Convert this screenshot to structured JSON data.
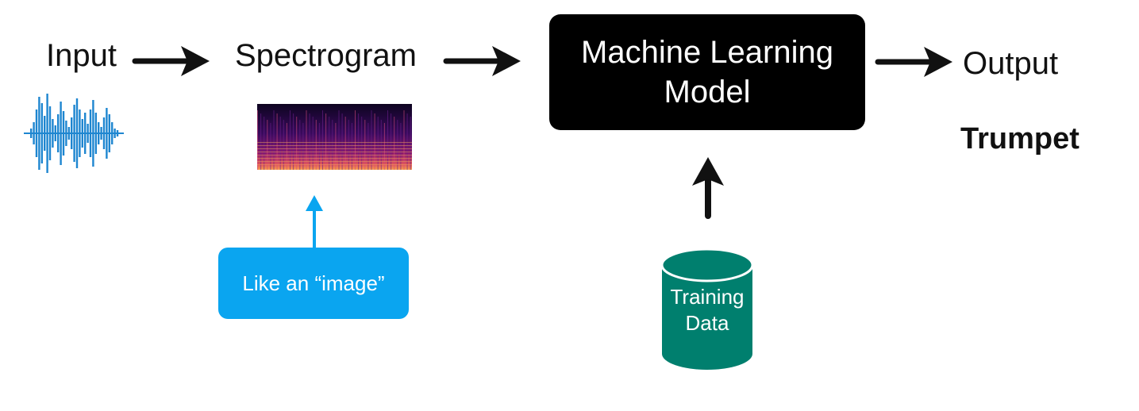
{
  "pipeline": {
    "input_label": "Input",
    "spectrogram_label": "Spectrogram",
    "model_label": "Machine Learning Model",
    "output_label": "Output",
    "output_value": "Trumpet"
  },
  "callout": {
    "text": "Like an “image”"
  },
  "training": {
    "text": "Training Data"
  },
  "colors": {
    "callout": "#0aa5f0",
    "database": "#007f6e",
    "waveform": "#1e86d0",
    "model_box": "#000000"
  },
  "icons": [
    "waveform-icon",
    "spectrogram-image",
    "database-icon",
    "arrow-right-icon",
    "arrow-up-icon"
  ]
}
